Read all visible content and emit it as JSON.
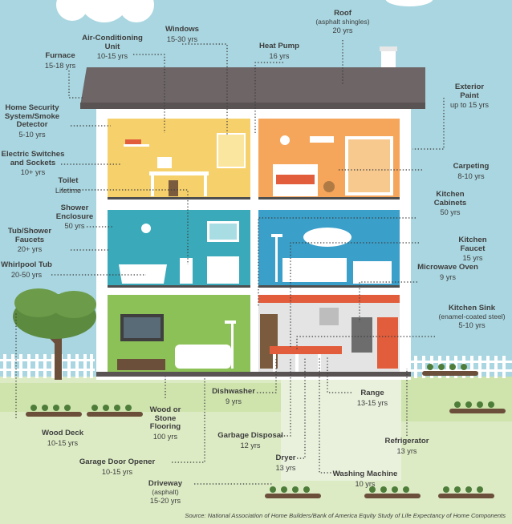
{
  "source": "Source: National Association of Home Builders/Bank of America Equity Study of Life Expectancy of Home Components",
  "components": [
    {
      "id": "roof",
      "name": "Roof",
      "detail": "(asphalt shingles)",
      "years": "20 yrs"
    },
    {
      "id": "windows",
      "name": "Windows",
      "years": "15-30 yrs"
    },
    {
      "id": "ac",
      "name": "Air-Conditioning\nUnit",
      "years": "10-15 yrs"
    },
    {
      "id": "heat-pump",
      "name": "Heat Pump",
      "years": "16 yrs"
    },
    {
      "id": "furnace",
      "name": "Furnace",
      "years": "15-18 yrs"
    },
    {
      "id": "exterior-paint",
      "name": "Exterior Paint",
      "years": "up to 15 yrs"
    },
    {
      "id": "security",
      "name": "Home Security\nSystem/Smoke\nDetector",
      "years": "5-10 yrs"
    },
    {
      "id": "switches",
      "name": "Electric Switches\nand Sockets",
      "years": "10+ yrs"
    },
    {
      "id": "toilet",
      "name": "Toilet",
      "years": "Lifetime"
    },
    {
      "id": "carpeting",
      "name": "Carpeting",
      "years": "8-10 yrs"
    },
    {
      "id": "kitchen-cabinets",
      "name": "Kitchen Cabinets",
      "years": "50 yrs"
    },
    {
      "id": "shower",
      "name": "Shower\nEnclosure",
      "years": "50 yrs"
    },
    {
      "id": "faucets",
      "name": "Tub/Shower\nFaucets",
      "years": "20+ yrs"
    },
    {
      "id": "kitchen-faucet",
      "name": "Kitchen Faucet",
      "years": "15 yrs"
    },
    {
      "id": "whirlpool",
      "name": "Whirlpool Tub",
      "years": "20-50 yrs"
    },
    {
      "id": "microwave",
      "name": "Microwave Oven",
      "years": "9 yrs"
    },
    {
      "id": "kitchen-sink",
      "name": "Kitchen Sink",
      "detail": "(enamel-coated steel)",
      "years": "5-10 yrs"
    },
    {
      "id": "dishwasher",
      "name": "Dishwasher",
      "years": "9 yrs"
    },
    {
      "id": "range",
      "name": "Range",
      "years": "13-15 yrs"
    },
    {
      "id": "wood-flooring",
      "name": "Wood or\nStone\nFlooring",
      "years": "100 yrs"
    },
    {
      "id": "wood-deck",
      "name": "Wood Deck",
      "years": "10-15 yrs"
    },
    {
      "id": "garbage-disposal",
      "name": "Garbage Disposal",
      "years": "12 yrs"
    },
    {
      "id": "refrigerator",
      "name": "Refrigerator",
      "years": "13 yrs"
    },
    {
      "id": "garage-door",
      "name": "Garage Door Opener",
      "years": "10-15 yrs"
    },
    {
      "id": "dryer",
      "name": "Dryer",
      "years": "13 yrs"
    },
    {
      "id": "washing-machine",
      "name": "Washing Machine",
      "years": "10 yrs"
    },
    {
      "id": "driveway",
      "name": "Driveway",
      "detail": "(asphalt)",
      "years": "15-20 yrs"
    }
  ]
}
